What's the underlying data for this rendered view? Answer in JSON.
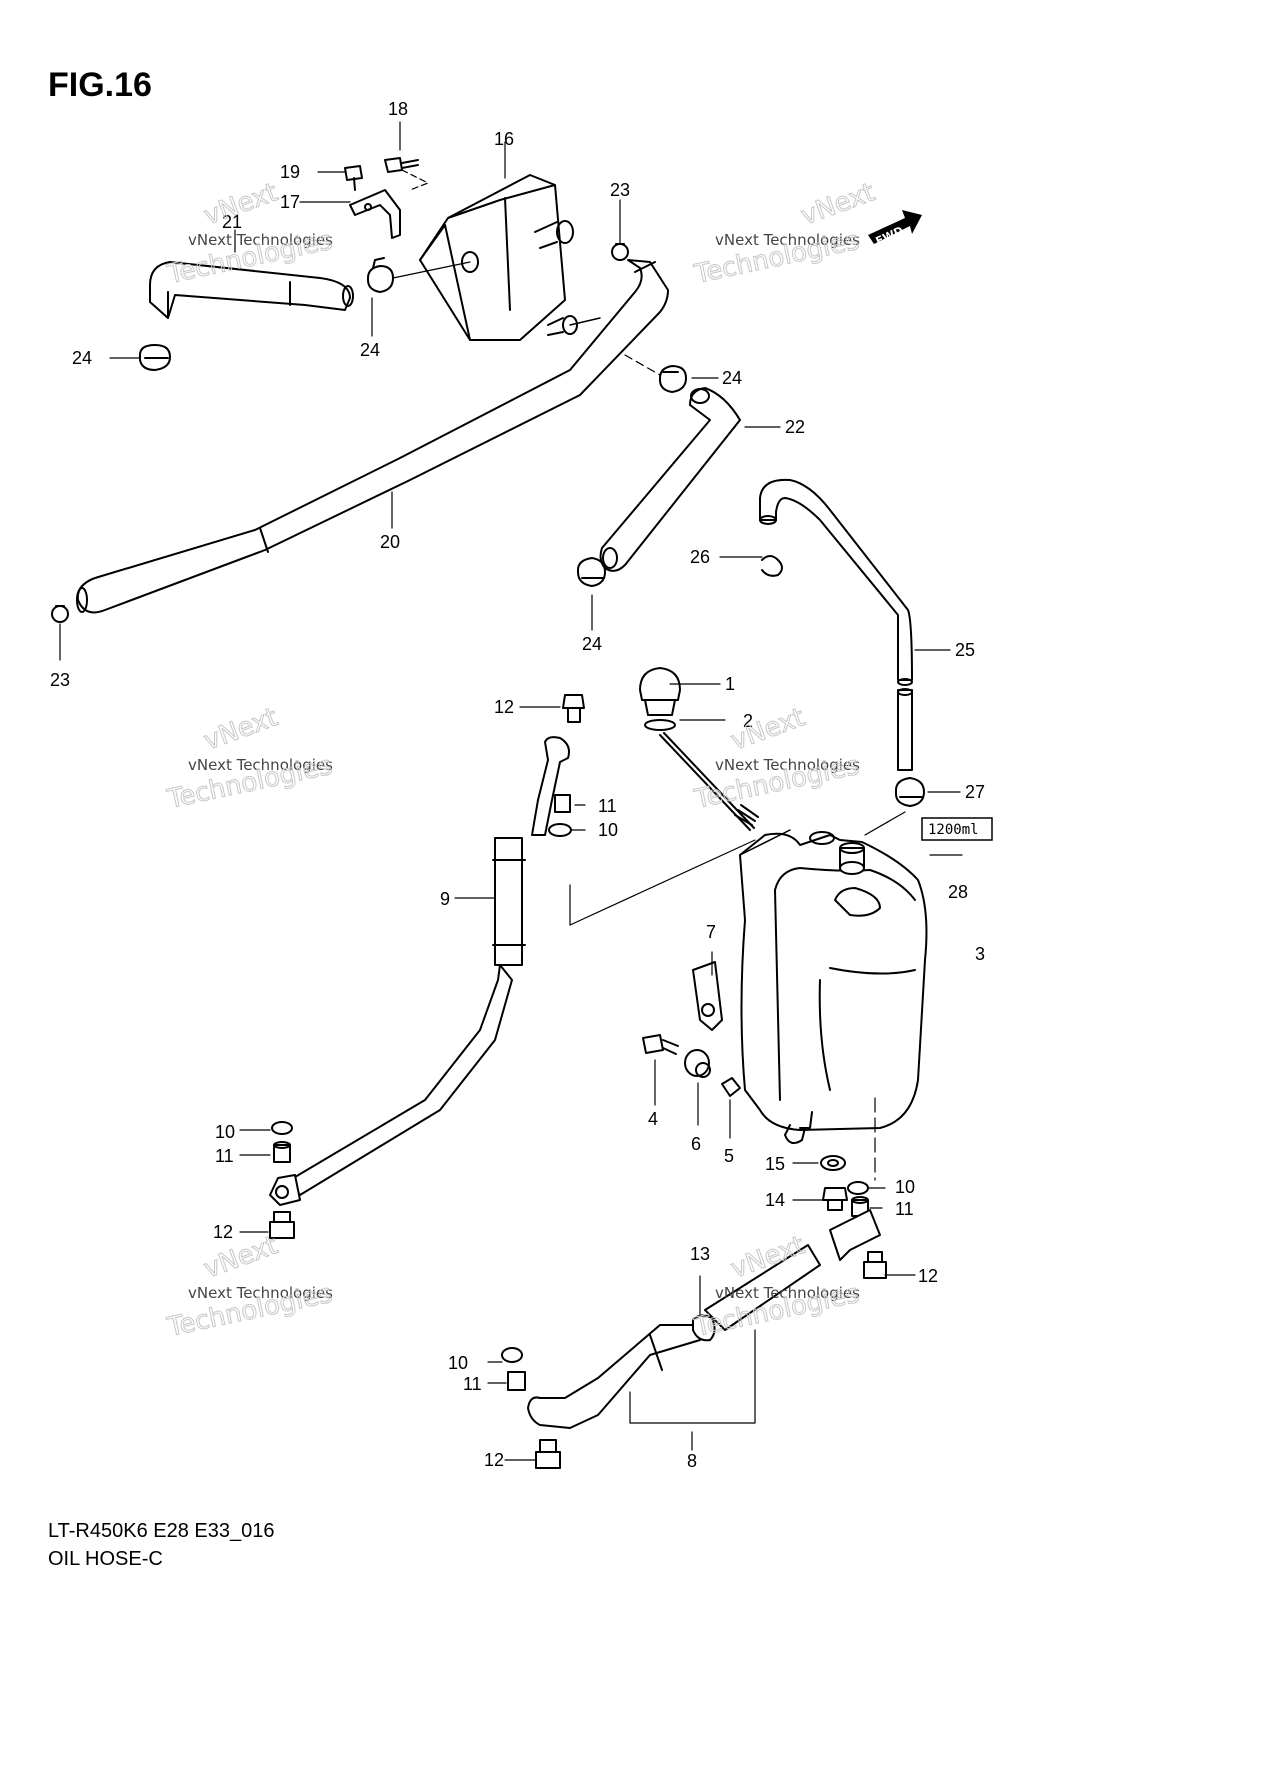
{
  "figure": {
    "title": "FIG.16",
    "code": "LT-R450K6 E28 E33_016",
    "name": "OIL HOSE-C"
  },
  "watermark": {
    "line1": "vNext Technologies",
    "line2": "Technologies",
    "line3": "vNext"
  },
  "fwd_label": "FWD",
  "capacity_label": "1200ml",
  "callouts": [
    {
      "id": "c1",
      "number": "1"
    },
    {
      "id": "c2",
      "number": "2"
    },
    {
      "id": "c3",
      "number": "3"
    },
    {
      "id": "c4",
      "number": "4"
    },
    {
      "id": "c5",
      "number": "5"
    },
    {
      "id": "c6",
      "number": "6"
    },
    {
      "id": "c7",
      "number": "7"
    },
    {
      "id": "c8",
      "number": "8"
    },
    {
      "id": "c9",
      "number": "9"
    },
    {
      "id": "c10a",
      "number": "10"
    },
    {
      "id": "c10b",
      "number": "10"
    },
    {
      "id": "c10c",
      "number": "10"
    },
    {
      "id": "c10d",
      "number": "10"
    },
    {
      "id": "c11a",
      "number": "11"
    },
    {
      "id": "c11b",
      "number": "11"
    },
    {
      "id": "c11c",
      "number": "11"
    },
    {
      "id": "c11d",
      "number": "11"
    },
    {
      "id": "c12a",
      "number": "12"
    },
    {
      "id": "c12b",
      "number": "12"
    },
    {
      "id": "c12c",
      "number": "12"
    },
    {
      "id": "c12d",
      "number": "12"
    },
    {
      "id": "c13",
      "number": "13"
    },
    {
      "id": "c14",
      "number": "14"
    },
    {
      "id": "c15",
      "number": "15"
    },
    {
      "id": "c16",
      "number": "16"
    },
    {
      "id": "c17",
      "number": "17"
    },
    {
      "id": "c18",
      "number": "18"
    },
    {
      "id": "c19",
      "number": "19"
    },
    {
      "id": "c20",
      "number": "20"
    },
    {
      "id": "c21",
      "number": "21"
    },
    {
      "id": "c22",
      "number": "22"
    },
    {
      "id": "c23a",
      "number": "23"
    },
    {
      "id": "c23b",
      "number": "23"
    },
    {
      "id": "c24a",
      "number": "24"
    },
    {
      "id": "c24b",
      "number": "24"
    },
    {
      "id": "c24c",
      "number": "24"
    },
    {
      "id": "c24d",
      "number": "24"
    },
    {
      "id": "c25",
      "number": "25"
    },
    {
      "id": "c26",
      "number": "26"
    },
    {
      "id": "c27",
      "number": "27"
    },
    {
      "id": "c28",
      "number": "28"
    }
  ]
}
